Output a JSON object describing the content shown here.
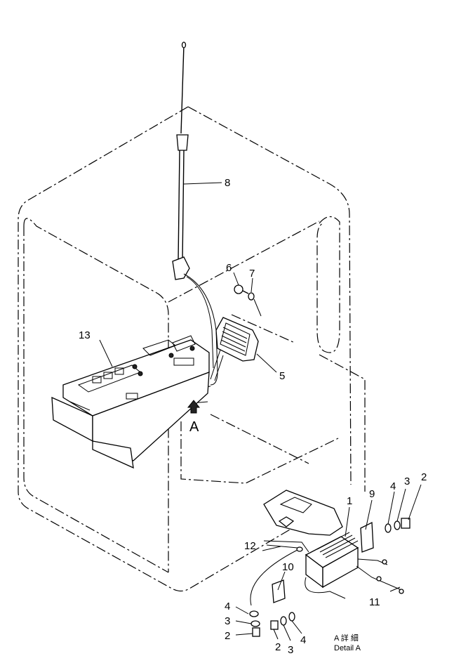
{
  "diagram": {
    "callouts": {
      "p1": "1",
      "p2a": "2",
      "p3a": "3",
      "p4a": "4",
      "p5": "5",
      "p6": "6",
      "p7": "7",
      "p8": "8",
      "p9": "9",
      "p10": "10",
      "p11": "11",
      "p12": "12",
      "p13": "13",
      "p4b": "4",
      "p3b": "3",
      "p2b": "2",
      "p2c": "2",
      "p3c": "3",
      "p4c": "4"
    },
    "view_marker": "A",
    "detail_caption_jp": "A 詳 細",
    "detail_caption_en": "Detail A"
  }
}
